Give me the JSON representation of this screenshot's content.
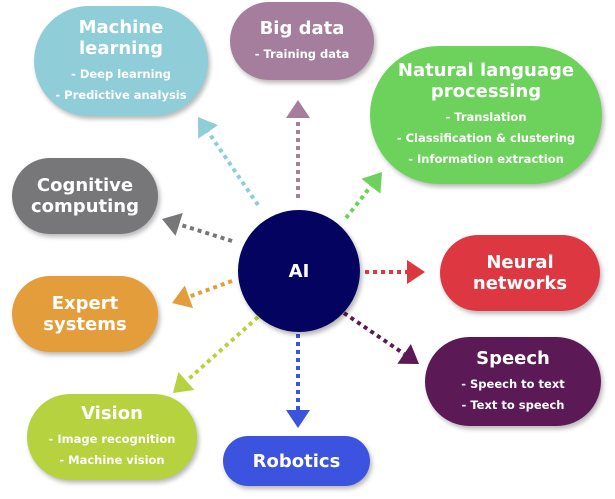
{
  "hub": {
    "label": "AI",
    "color": "#040460"
  },
  "nodes": [
    {
      "id": "machine-learning",
      "title": "Machine\nlearning",
      "items": [
        "Deep learning",
        "Predictive analysis"
      ],
      "color": "#8fcdd8"
    },
    {
      "id": "big-data",
      "title": "Big data",
      "items": [
        "Training data"
      ],
      "color": "#a47e9c"
    },
    {
      "id": "nlp",
      "title": "Natural language\nprocessing",
      "items": [
        "Translation",
        "Classification & clustering",
        "Information extraction"
      ],
      "color": "#6dd25b"
    },
    {
      "id": "cognitive-computing",
      "title": "Cognitive\ncomputing",
      "items": [],
      "color": "#777779"
    },
    {
      "id": "neural-networks",
      "title": "Neural\nnetworks",
      "items": [],
      "color": "#dd3841"
    },
    {
      "id": "expert-systems",
      "title": "Expert\nsystems",
      "items": [],
      "color": "#e39d3a"
    },
    {
      "id": "speech",
      "title": "Speech",
      "items": [
        "Speech to text",
        "Text to speech"
      ],
      "color": "#5b1a55"
    },
    {
      "id": "vision",
      "title": "Vision",
      "items": [
        "Image recognition",
        "Machine vision"
      ],
      "color": "#b6d23e"
    },
    {
      "id": "robotics",
      "title": "Robotics",
      "items": [],
      "color": "#3c53e0"
    }
  ]
}
